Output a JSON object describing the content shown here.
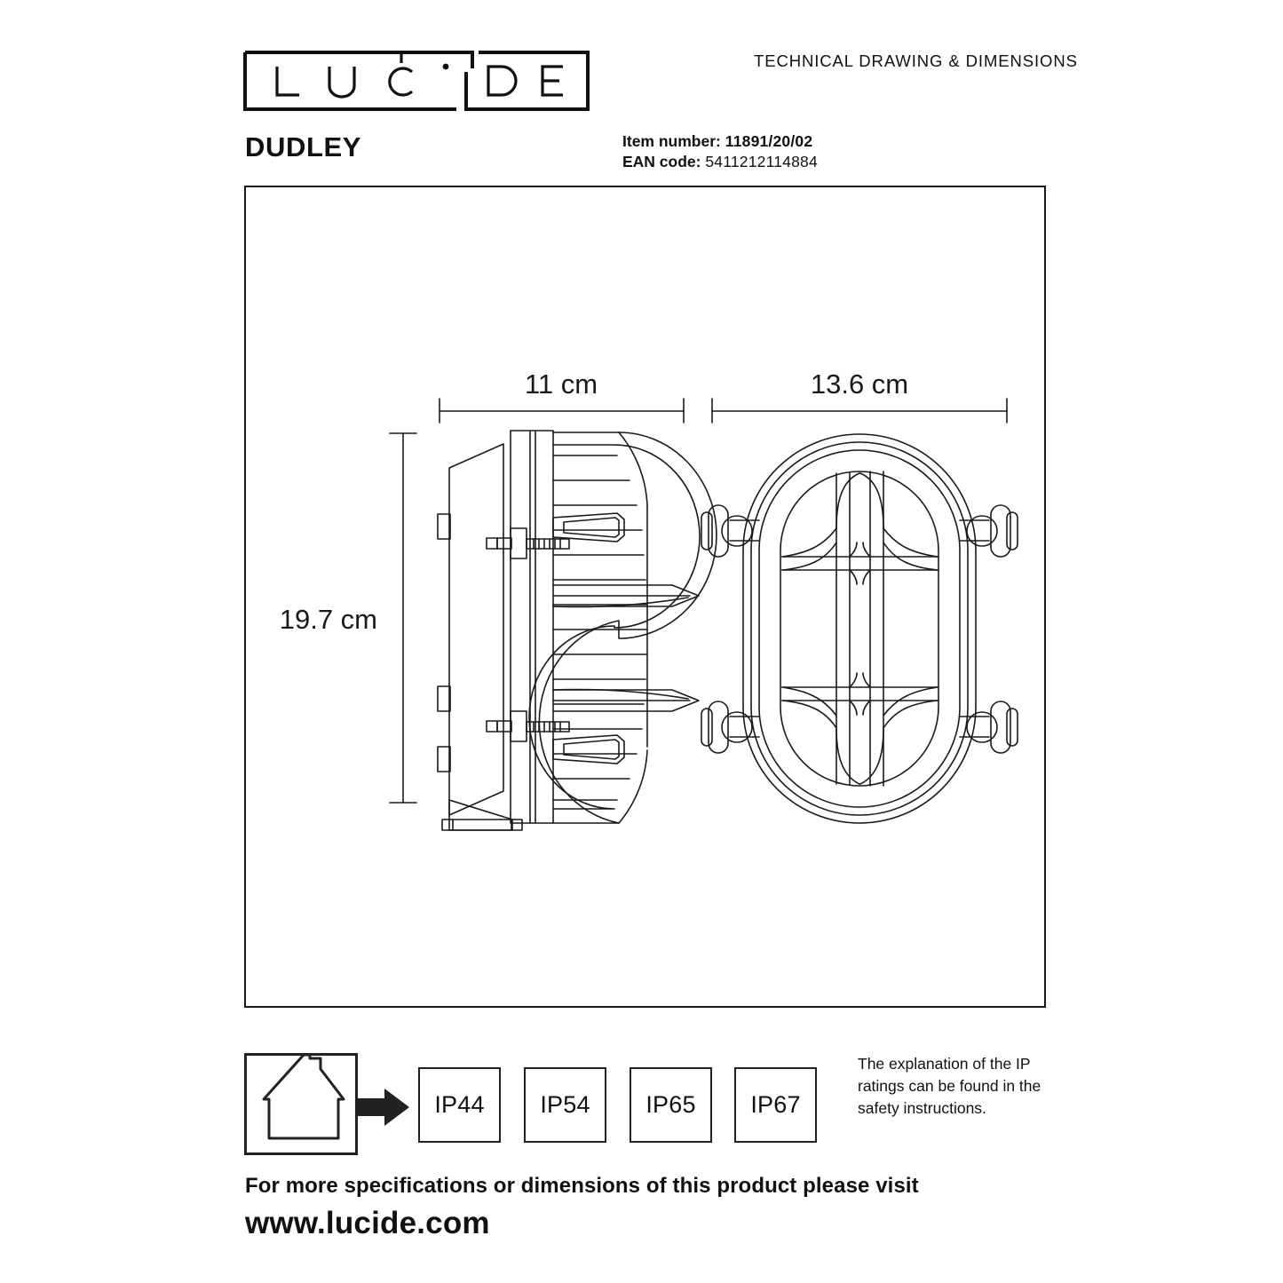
{
  "header": {
    "brand_logo": "lucide-logo",
    "doc_kicker": "TECHNICAL DRAWING & DIMENSIONS",
    "product_title": "DUDLEY",
    "item_number_label": "Item number:",
    "item_number_value": "11891/20/02",
    "ean_label": "EAN code:",
    "ean_value": "5411212114884"
  },
  "drawing": {
    "dimensions": {
      "width_side": "11 cm",
      "width_front": "13.6 cm",
      "height": "19.7 cm"
    },
    "views": [
      {
        "name": "side-view",
        "label": "11 cm"
      },
      {
        "name": "front-view",
        "label": "13.6 cm"
      }
    ]
  },
  "ip_section": {
    "house_icon": "house-icon",
    "arrow_icon": "arrow-right-icon",
    "ratings": [
      {
        "label": "IP44",
        "selected": true
      },
      {
        "label": "IP54",
        "selected": false
      },
      {
        "label": "IP65",
        "selected": false
      },
      {
        "label": "IP67",
        "selected": false
      }
    ],
    "note": "The explanation of the IP ratings can be found in the safety instructions."
  },
  "footer": {
    "line1": "For more specifications or dimensions of this product please visit",
    "url": "www.lucide.com"
  },
  "colors": {
    "ink": "#1a1a1a",
    "line": "#222222",
    "background": "#ffffff"
  }
}
